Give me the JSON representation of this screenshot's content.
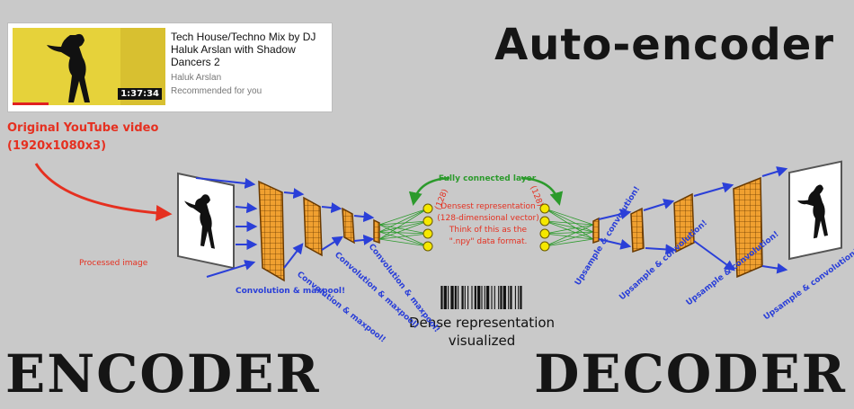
{
  "video_card": {
    "title": "Tech House/Techno Mix by DJ Haluk Arslan with Shadow Dancers 2",
    "author": "Haluk Arslan",
    "recommended": "Recommended for you",
    "duration": "1:37:34"
  },
  "header": {
    "title": "Auto-encoder"
  },
  "original_label": {
    "line1": "Original YouTube video",
    "line2": "(1920x1080x3)"
  },
  "processed_label": "Processed image",
  "encoder_steps": [
    "Convolution & maxpool!",
    "Convolution & maxpool!",
    "Convolution & maxpool!",
    "Convolution & maxpool!"
  ],
  "decoder_steps": [
    "Upsample & convolution!",
    "Upsample & convolution!",
    "Upsample & convolution!",
    "Upsample & convolution!"
  ],
  "fc_layer_label": "Fully connected layer",
  "dim_label": "(128)",
  "dense_text": {
    "line1": "Densest representation",
    "line2": "(128-dimensional vector)",
    "line3": "Think of this as the",
    "line4": "\".npy\" data format."
  },
  "dense_caption": {
    "line1": "Dense representation",
    "line2": "visualized"
  },
  "footer": {
    "encoder": "ENCODER",
    "decoder": "DECODER"
  },
  "colors": {
    "background": "#c9c9c9",
    "arrow_blue": "#2a3fd8",
    "red_accent": "#e53020",
    "green_accent": "#2c9a2c",
    "filter_orange": "#f0a030",
    "node_yellow": "#f5e800"
  }
}
